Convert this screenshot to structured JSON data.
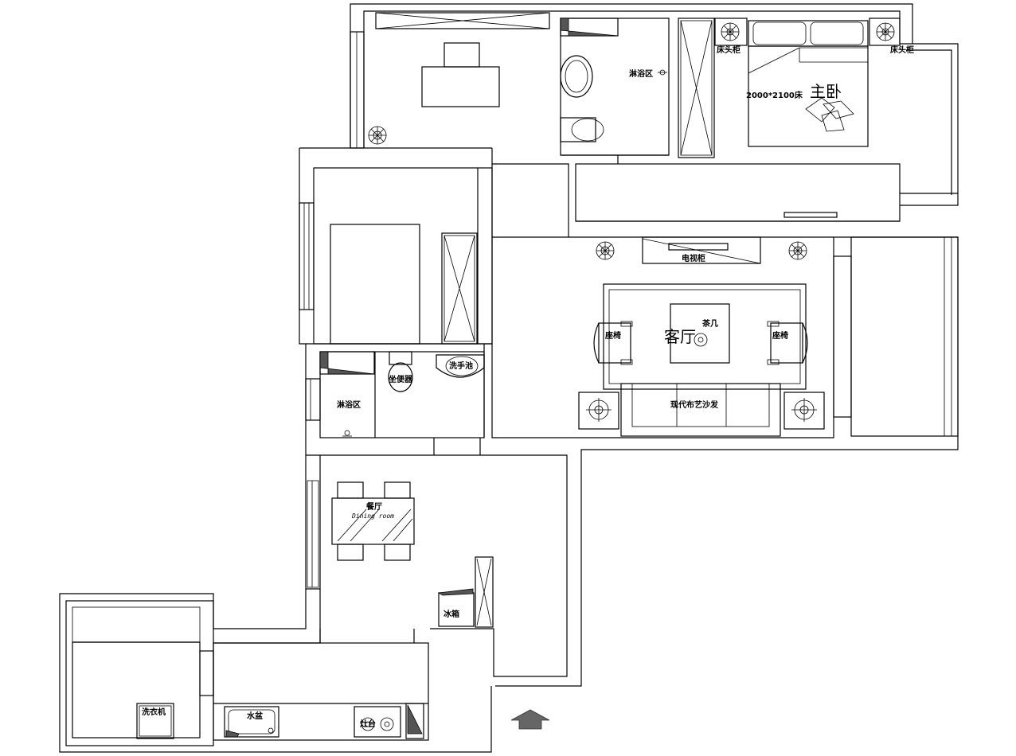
{
  "labels": {
    "master_bedroom": "主卧",
    "bed_size": "2000*2100床",
    "nightstand_left": "床头柜",
    "nightstand_right": "床头柜",
    "shower_area_top": "淋浴区",
    "shower_area_bottom": "淋浴区",
    "toilet_bottom": "坐便器",
    "basin_bottom": "洗手池",
    "tv_cabinet": "电视柜",
    "living_room": "客厅",
    "tea_table": "茶几",
    "armchair_left": "座椅",
    "armchair_right": "座椅",
    "sofa": "现代布艺沙发",
    "dining_room": "餐厅",
    "dining_room_en": "Dining room",
    "fridge": "冰箱",
    "sink": "水盆",
    "washer": "洗衣机",
    "stove": "灶台"
  },
  "colors": {
    "line": "#000000",
    "accent_fill": "#555555",
    "entry_arrow": "#666666"
  }
}
